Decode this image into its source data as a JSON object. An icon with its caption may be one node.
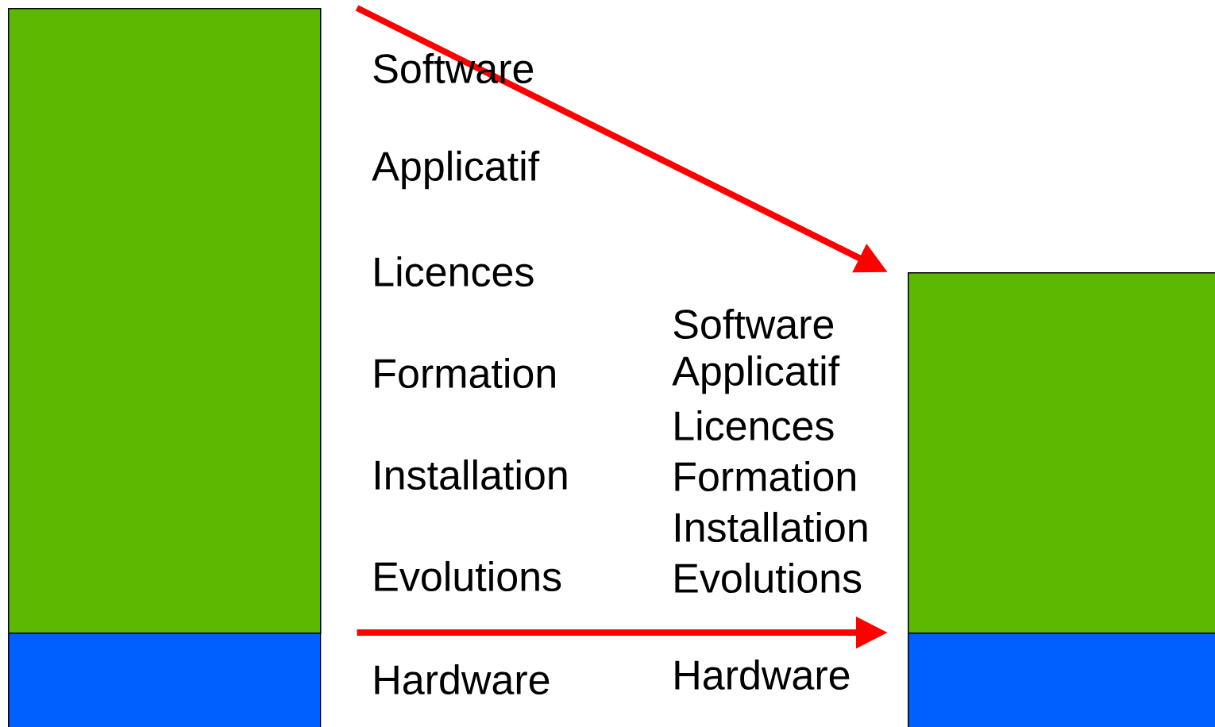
{
  "diagram": {
    "nodes": [
      {
        "text": [],
        "shape": "bar"
      },
      {
        "text": [],
        "shape": "bar"
      },
      {
        "text": [],
        "shape": "bar"
      },
      {
        "text": [],
        "shape": "bar"
      }
    ],
    "edges": [
      {
        "from": 0,
        "to": 2,
        "arrow": "to"
      },
      {
        "from": 1,
        "to": 3,
        "arrow": "to"
      }
    ],
    "labels": [
      "Software",
      "Applicatif",
      "Licences",
      "Formation",
      "Installation",
      "Evolutions",
      "Hardware",
      "Software",
      "Applicatif",
      "Licences",
      "Formation",
      "Installation",
      "Evolutions",
      "Hardware"
    ]
  }
}
